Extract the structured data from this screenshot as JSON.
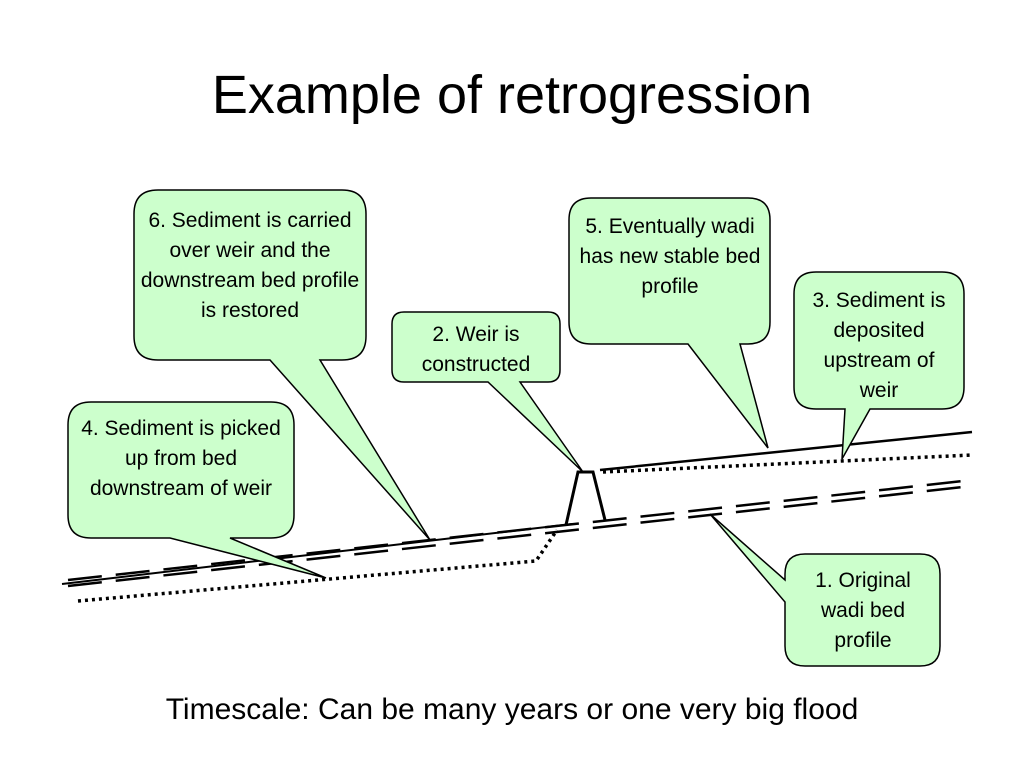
{
  "title": "Example of retrogression",
  "callouts": {
    "c1": "1. Original wadi bed profile",
    "c2": "2. Weir is constructed",
    "c3": "3. Sediment is deposited upstream of weir",
    "c4": "4. Sediment is picked up from bed downstream of weir",
    "c5": "5. Eventually wadi has new stable bed profile",
    "c6": "6. Sediment is carried over weir and the downstream bed profile is restored"
  },
  "footer": "Timescale: Can be many years or one very big flood",
  "colors": {
    "callout_fill": "#ccffcc",
    "callout_stroke": "#000000",
    "line": "#000000"
  }
}
